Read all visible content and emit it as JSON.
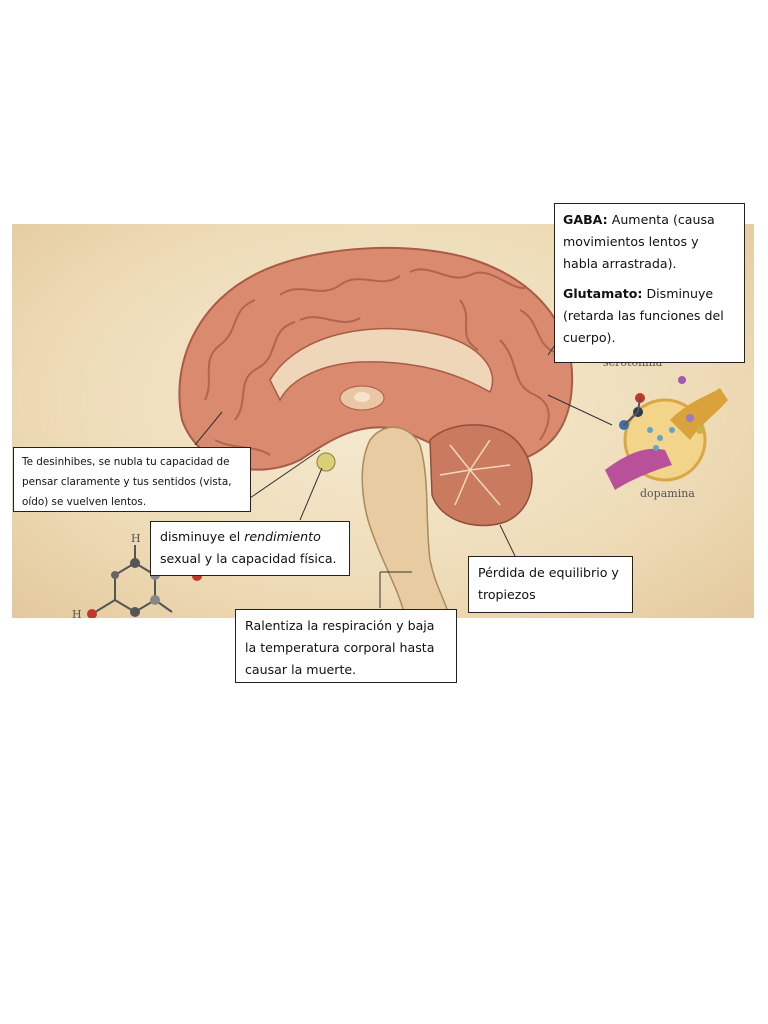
{
  "illustration": {
    "labels": {
      "serotonina": "serotonina",
      "dopamina": "dopamina",
      "hydrogen_top": "H",
      "hydrogen_bottom": "H"
    },
    "colors": {
      "brain": "#d98a6f",
      "brain_dark": "#b5604a",
      "brainstem": "#e8cba0",
      "cerebellum": "#c97a5f",
      "parchment": "#eedcb8"
    }
  },
  "callouts": {
    "gaba": {
      "gaba_term": "GABA:",
      "gaba_text": " Aumenta (causa movimientos lentos y habla arrastrada).",
      "glutamato_term": "Glutamato:",
      "glutamato_text": " Disminuye (retarda las funciones del cuerpo)."
    },
    "desinhibes": "Te desinhibes, se nubla tu capacidad de pensar claramente y tus sentidos (vista, oído) se vuelven lentos.",
    "disminuye": {
      "before": "disminuye el ",
      "emphasis": "rendimiento",
      "after": " sexual y la capacidad física."
    },
    "perdida": "Pérdida de equilibrio y tropiezos",
    "ralentiza": "Ralentiza la respiración y baja la temperatura corporal hasta causar la muerte."
  }
}
